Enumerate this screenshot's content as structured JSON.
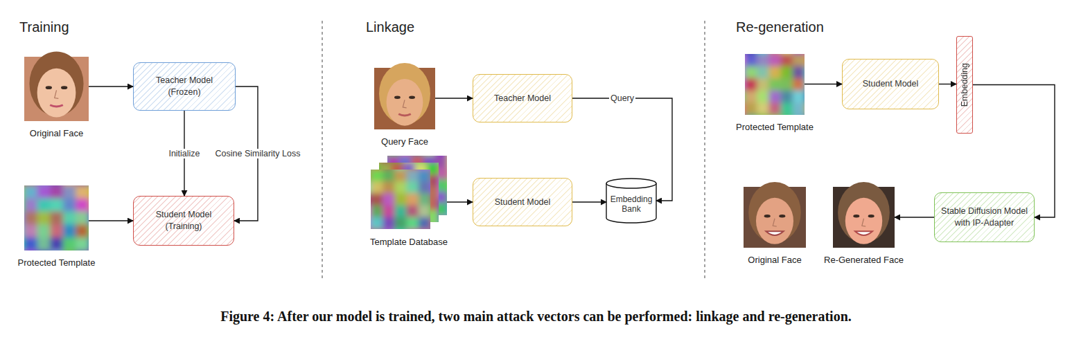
{
  "diagram": {
    "caption": "Figure 4: After our model is trained, two main attack vectors can be performed: linkage and re-generation.",
    "nodes": [
      {
        "text": [
          "Original Face"
        ]
      },
      {
        "text": [
          "Teacher Model (Frozen)"
        ]
      },
      {
        "text": [
          "Protected Template"
        ]
      },
      {
        "text": [
          "Student Model (Training)"
        ]
      },
      {
        "text": [
          "Query Face"
        ]
      },
      {
        "text": [
          "Teacher Model"
        ]
      },
      {
        "text": [
          "Template Database"
        ]
      },
      {
        "text": [
          "Student Model"
        ]
      },
      {
        "text": [
          "Embedding Bank"
        ]
      },
      {
        "text": [
          "Protected Template"
        ]
      },
      {
        "text": [
          "Student Model"
        ]
      },
      {
        "text": [
          "Embedding"
        ]
      },
      {
        "text": [
          "Original Face"
        ]
      },
      {
        "text": [
          "Re-Generated Face"
        ]
      },
      {
        "text": [
          "Stable Diffusion Model with IP-Adapter"
        ]
      }
    ],
    "edges": [
      {
        "from": 0,
        "to": 1,
        "arrow": "to"
      },
      {
        "from": 1,
        "to": 3,
        "label": "Initialize",
        "arrow": "to"
      },
      {
        "from": 1,
        "to": 3,
        "label": "Cosine Similarity Loss",
        "arrow": "to"
      },
      {
        "from": 2,
        "to": 3,
        "arrow": "to"
      },
      {
        "from": 4,
        "to": 5,
        "arrow": "to"
      },
      {
        "from": 5,
        "to": 8,
        "label": "Query",
        "arrow": "to"
      },
      {
        "from": 6,
        "to": 7,
        "arrow": "to"
      },
      {
        "from": 7,
        "to": 8,
        "arrow": "to"
      },
      {
        "from": 9,
        "to": 10,
        "arrow": "to"
      },
      {
        "from": 10,
        "to": 11,
        "arrow": "to"
      },
      {
        "from": 11,
        "to": 14,
        "arrow": "to"
      },
      {
        "from": 14,
        "to": 13,
        "arrow": "to"
      }
    ],
    "labels": [
      "Training",
      "Linkage",
      "Re-generation"
    ]
  }
}
